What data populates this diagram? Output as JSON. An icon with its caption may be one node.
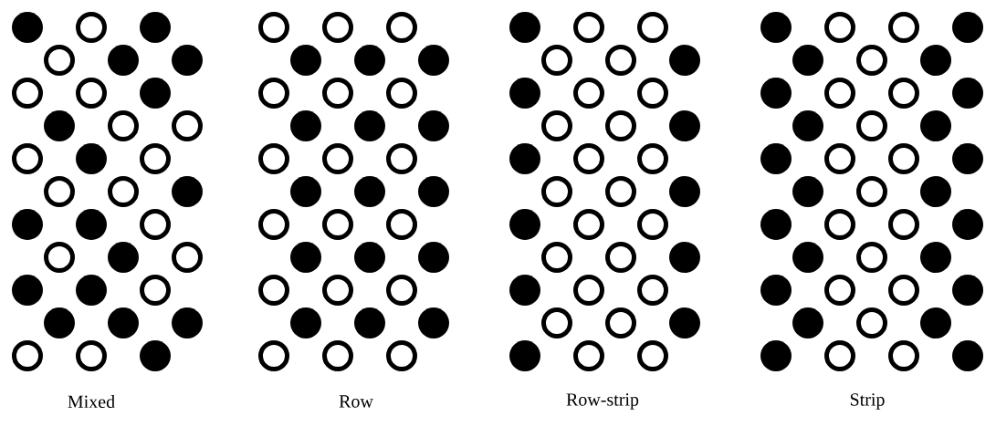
{
  "diagram": {
    "labels": [
      "Mixed",
      "Row",
      "Row-strip",
      "Strip"
    ]
  }
}
